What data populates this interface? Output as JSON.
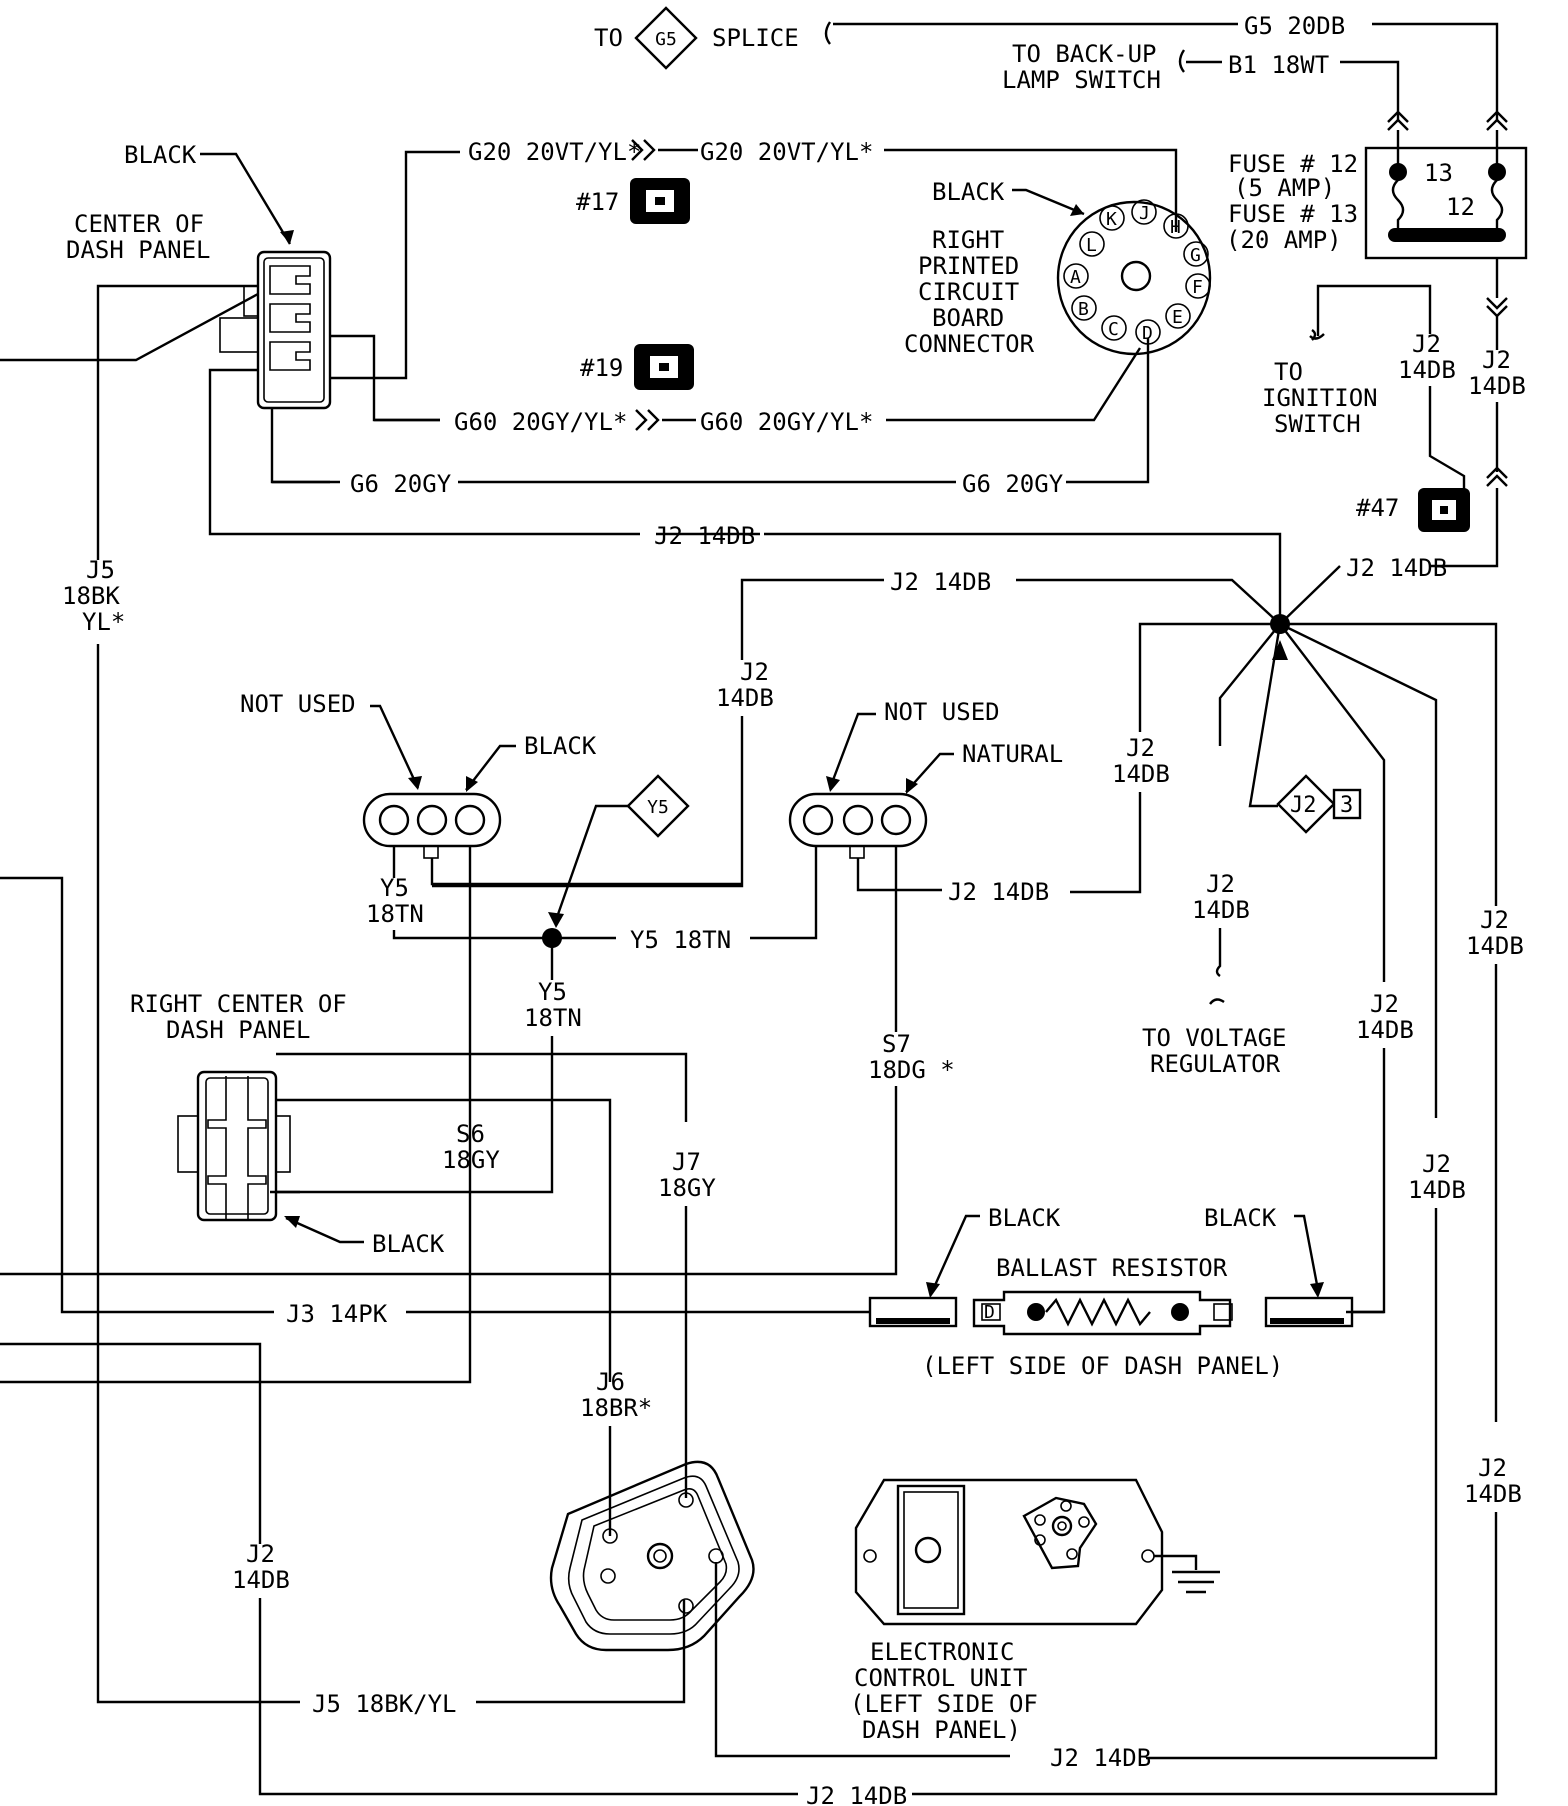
{
  "labels": {
    "to": "TO",
    "g5_marker": "G5",
    "splice": "SPLICE",
    "g5_wire": "G5 20DB",
    "to_backup_1": "TO BACK-UP",
    "to_backup_2": "LAMP SWITCH",
    "b1_wire": "B1 18WT",
    "black_top": "BLACK",
    "center_dash_1": "CENTER OF",
    "center_dash_2": "DASH PANEL",
    "g20_left": "G20 20VT/YL*",
    "g20_right": "G20 20VT/YL*",
    "conn17": "#17",
    "conn19": "#19",
    "conn47": "#47",
    "black_pcb": "BLACK",
    "pcb_1": "RIGHT",
    "pcb_2": "PRINTED",
    "pcb_3": "CIRCUIT",
    "pcb_4": "BOARD",
    "pcb_5": "CONNECTOR",
    "fuse_1": "FUSE # 12",
    "fuse_2": "(5 AMP)",
    "fuse_3": "FUSE # 13",
    "fuse_4": "(20 AMP)",
    "fuse_13": "13",
    "fuse_12": "12",
    "g60_left": "G60 20GY/YL*",
    "g60_right": "G60 20GY/YL*",
    "g6_left": "G6 20GY",
    "g6_right": "G6 20GY",
    "to_ign_1": "TO",
    "to_ign_2": "IGNITION",
    "to_ign_3": "SWITCH",
    "j2": "J2",
    "d14": "14DB",
    "j2_14db": "J2 14DB",
    "j5_1": "J5",
    "j5_2": "18BK",
    "j5_3": "YL*",
    "not_used_a": "NOT USED",
    "black_a": "BLACK",
    "not_used_b": "NOT USED",
    "natural": "NATURAL",
    "y5_marker": "Y5",
    "j2_marker": "J2",
    "j2_marker_num": "3",
    "y5": "Y5",
    "tn18": "18TN",
    "y5_18tn": "Y5 18TN",
    "to_vr_1": "TO VOLTAGE",
    "to_vr_2": "REGULATOR",
    "rcd_1": "RIGHT CENTER OF",
    "rcd_2": "DASH PANEL",
    "s7_1": "S7",
    "s7_2": "18DG *",
    "s6_1": "S6",
    "s6_2": "18GY",
    "j7_1": "J7",
    "j7_2": "18GY",
    "black_rcd": "BLACK",
    "black_b1": "BLACK",
    "black_b2": "BLACK",
    "ballast": "BALLAST RESISTOR",
    "ballast_loc": "(LEFT SIDE OF DASH PANEL)",
    "j3": "J3 14PK",
    "j6_1": "J6",
    "j6_2": "18BR*",
    "ecu_1": "ELECTRONIC",
    "ecu_2": "CONTROL UNIT",
    "ecu_3": "(LEFT SIDE OF",
    "ecu_4": "DASH PANEL)",
    "j5_bottom": "J5 18BK/YL",
    "pin_L": "L",
    "pin_K": "K",
    "pin_J": "J",
    "pin_H": "H",
    "pin_G": "G",
    "pin_F": "F",
    "pin_E": "E",
    "pin_D": "D",
    "pin_C": "C",
    "pin_B": "B",
    "pin_A": "A",
    "term_D": "D"
  }
}
